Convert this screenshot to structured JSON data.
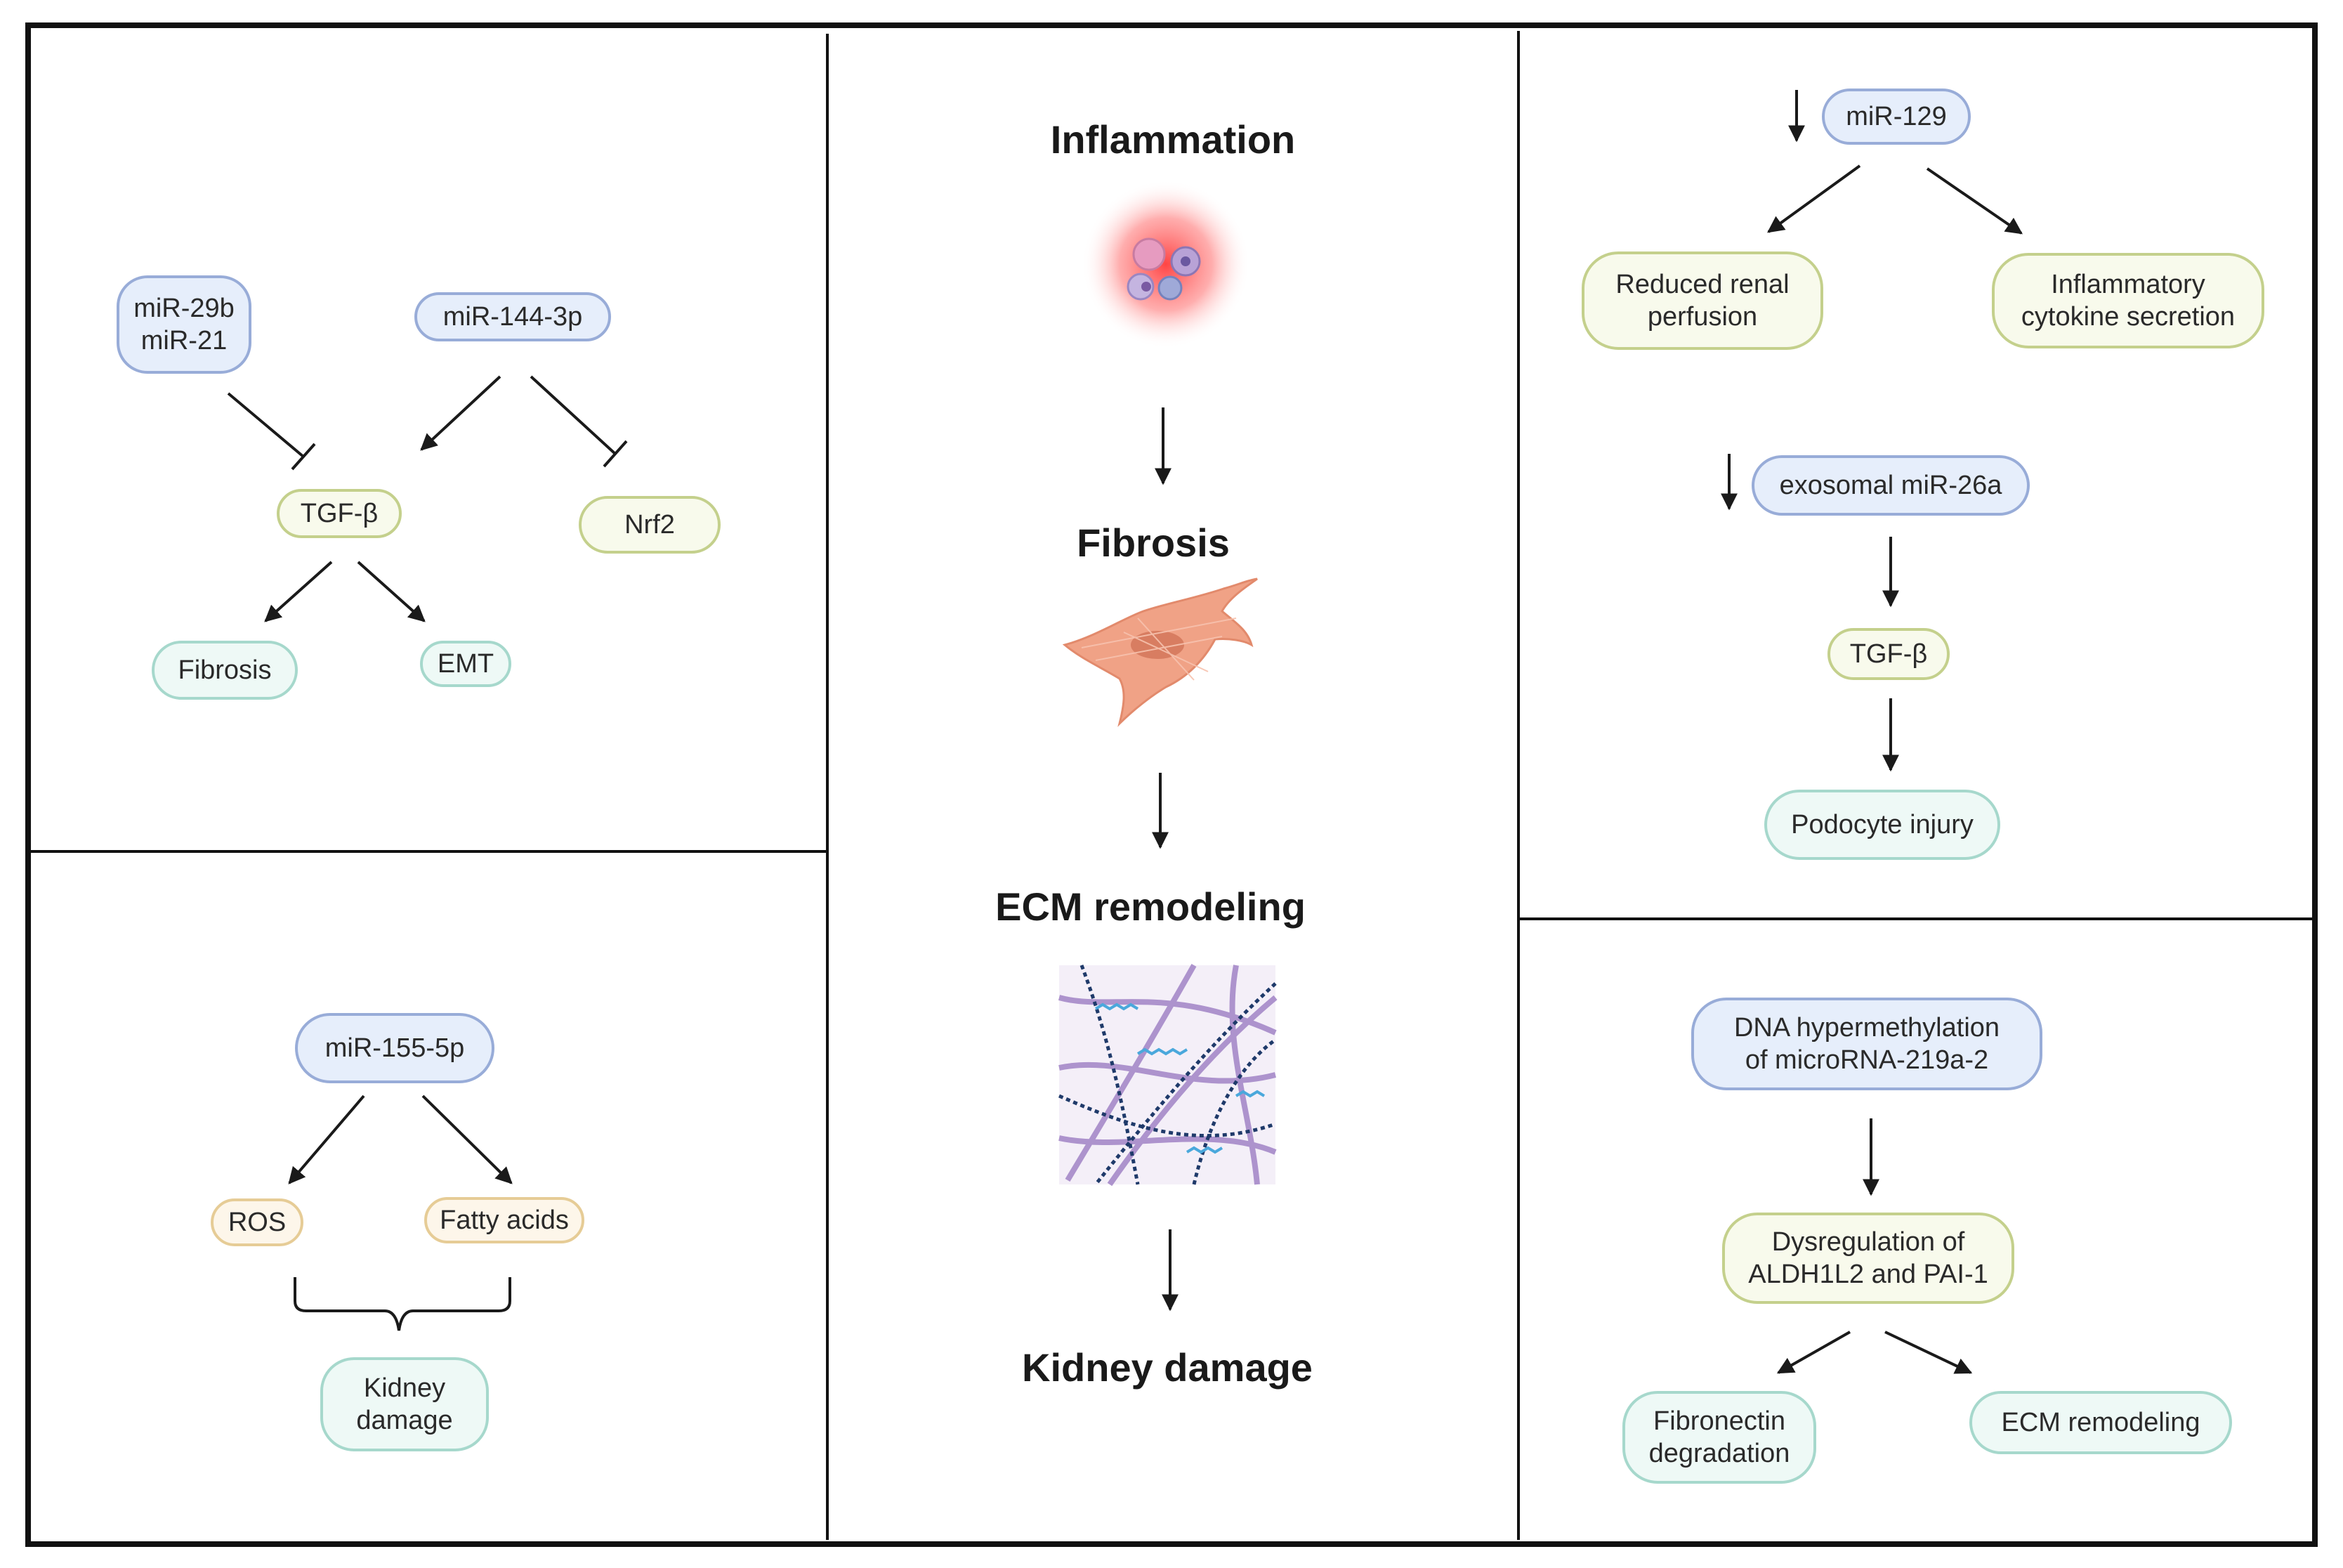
{
  "top_left": {
    "mir29b_mir21": "miR-29b\nmiR-21",
    "mir144": "miR-144-3p",
    "tgfb": "TGF-β",
    "nrf2": "Nrf2",
    "fibrosis": "Fibrosis",
    "emt": "EMT"
  },
  "bottom_left": {
    "mir155": "miR-155-5p",
    "ros": "ROS",
    "fatty_acids": "Fatty acids",
    "kidney_damage": "Kidney\ndamage"
  },
  "center": {
    "inflammation": "Inflammation",
    "fibrosis": "Fibrosis",
    "ecm_remodeling": "ECM remodeling",
    "kidney_damage": "Kidney damage"
  },
  "top_right": {
    "mir129": "miR-129",
    "reduced_perfusion": "Reduced renal\nperfusion",
    "cytokine_secretion": "Inflammatory\ncytokine secretion",
    "exosomal_mir26a": "exosomal miR-26a",
    "tgfb": "TGF-β",
    "podocyte_injury": "Podocyte injury"
  },
  "bottom_right": {
    "dna_hypermethylation": "DNA hypermethylation\nof microRNA-219a-2",
    "dysregulation": "Dysregulation of\nALDH1L2 and PAI-1",
    "fibronectin": "Fibronectin\ndegradation",
    "ecm_remodeling": "ECM remodeling"
  },
  "colors": {
    "mirna_fill": "#e6eefb",
    "mirna_border": "#98acd8",
    "target_fill": "#f8faec",
    "target_border": "#c4d08c",
    "outcome_fill": "#eef9f6",
    "outcome_border": "#a6d8cc",
    "metabolite_fill": "#fdf6ea",
    "metabolite_border": "#e6cc96"
  }
}
